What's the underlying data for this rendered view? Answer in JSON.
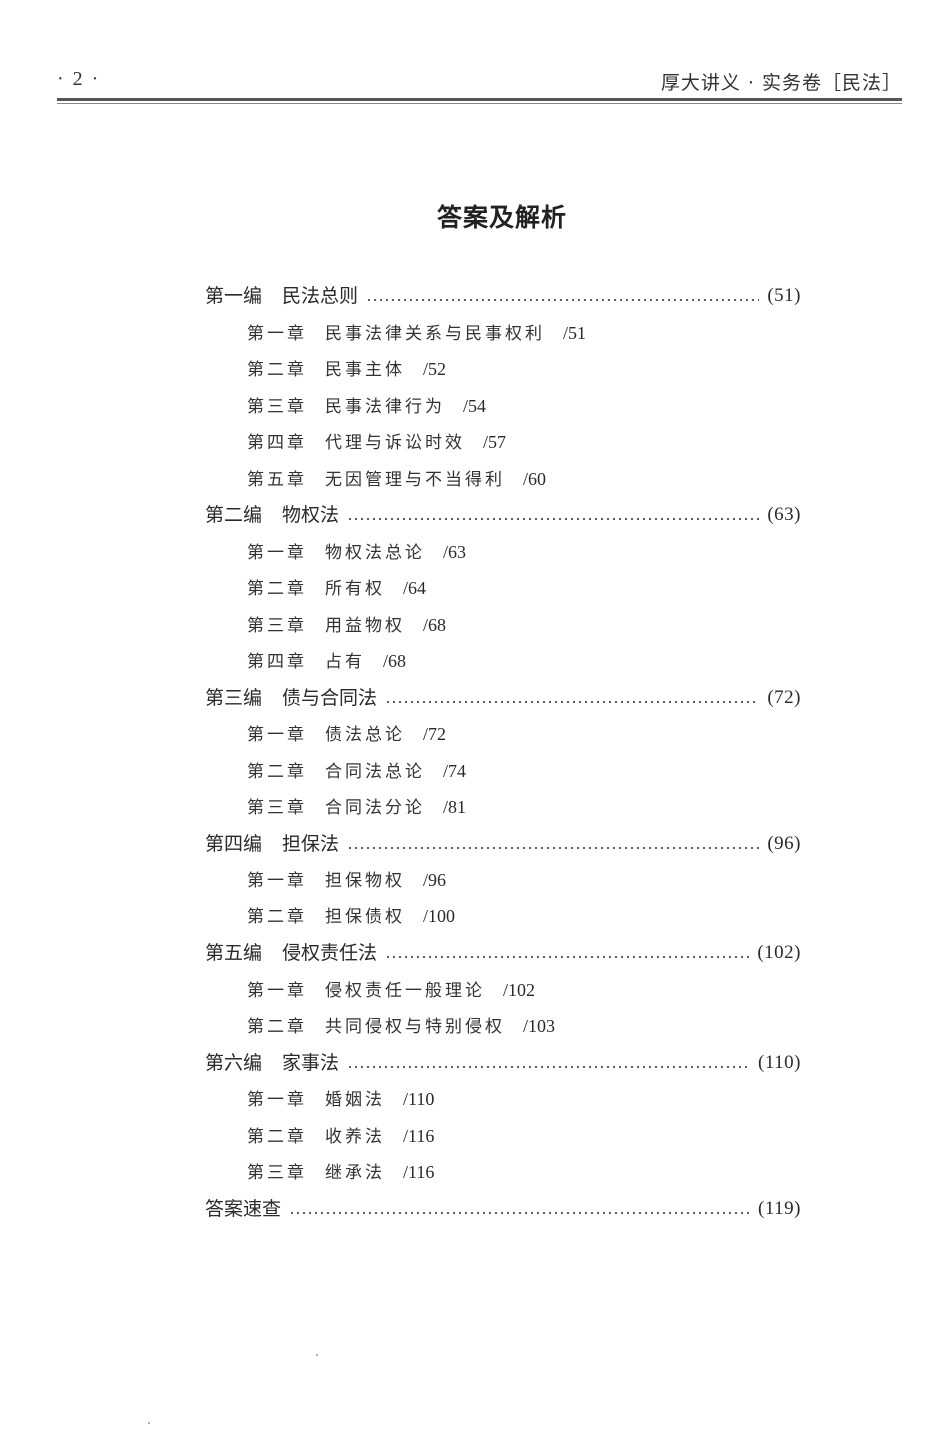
{
  "header": {
    "page_number": "· 2 ·",
    "book_title": "厚大讲义 · 实务卷［民法］"
  },
  "title": "答案及解析",
  "toc": [
    {
      "part": "第一编",
      "title": "民法总则",
      "page": "(51)",
      "chapters": [
        {
          "num": "第一章",
          "title": "民事法律关系与民事权利",
          "page": "/51"
        },
        {
          "num": "第二章",
          "title": "民事主体",
          "page": "/52"
        },
        {
          "num": "第三章",
          "title": "民事法律行为",
          "page": "/54"
        },
        {
          "num": "第四章",
          "title": "代理与诉讼时效",
          "page": "/57"
        },
        {
          "num": "第五章",
          "title": "无因管理与不当得利",
          "page": "/60"
        }
      ]
    },
    {
      "part": "第二编",
      "title": "物权法",
      "page": "(63)",
      "chapters": [
        {
          "num": "第一章",
          "title": "物权法总论",
          "page": "/63"
        },
        {
          "num": "第二章",
          "title": "所有权",
          "page": "/64"
        },
        {
          "num": "第三章",
          "title": "用益物权",
          "page": "/68"
        },
        {
          "num": "第四章",
          "title": "占有",
          "page": "/68"
        }
      ]
    },
    {
      "part": "第三编",
      "title": "债与合同法",
      "page": "(72)",
      "chapters": [
        {
          "num": "第一章",
          "title": "债法总论",
          "page": "/72"
        },
        {
          "num": "第二章",
          "title": "合同法总论",
          "page": "/74"
        },
        {
          "num": "第三章",
          "title": "合同法分论",
          "page": "/81"
        }
      ]
    },
    {
      "part": "第四编",
      "title": "担保法",
      "page": "(96)",
      "chapters": [
        {
          "num": "第一章",
          "title": "担保物权",
          "page": "/96"
        },
        {
          "num": "第二章",
          "title": "担保债权",
          "page": "/100"
        }
      ]
    },
    {
      "part": "第五编",
      "title": "侵权责任法",
      "page": "(102)",
      "chapters": [
        {
          "num": "第一章",
          "title": "侵权责任一般理论",
          "page": "/102"
        },
        {
          "num": "第二章",
          "title": "共同侵权与特别侵权",
          "page": "/103"
        }
      ]
    },
    {
      "part": "第六编",
      "title": "家事法",
      "page": "(110)",
      "chapters": [
        {
          "num": "第一章",
          "title": "婚姻法",
          "page": "/110"
        },
        {
          "num": "第二章",
          "title": "收养法",
          "page": "/116"
        },
        {
          "num": "第三章",
          "title": "继承法",
          "page": "/116"
        }
      ]
    }
  ],
  "answer_index": {
    "title": "答案速查",
    "page": "(119)"
  }
}
